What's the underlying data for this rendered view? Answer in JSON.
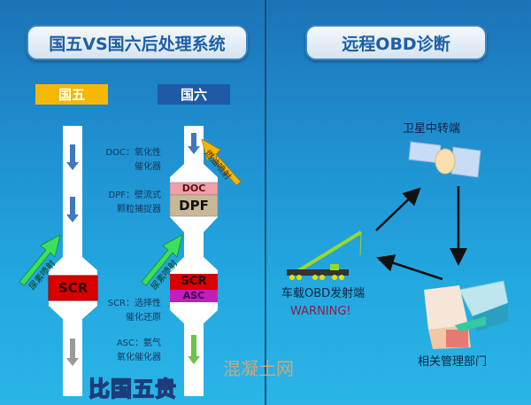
{
  "left": {
    "title": "国五VS国六后处理系统",
    "tag_g5": "国五",
    "tag_g6": "国六",
    "notes": {
      "doc": [
        "DOC：氧化性",
        "催化器"
      ],
      "dpf": [
        "DPF：壁流式",
        "颗粒捕捉器"
      ],
      "scr": [
        "SCR：选择性",
        "催化还原"
      ],
      "asc": [
        "ASC：氨气",
        "氧化催化器"
      ]
    },
    "g5_blocks": {
      "scr": "SCR"
    },
    "g6_blocks": {
      "doc": "DOC",
      "dpf": "DPF",
      "scr": "SCR",
      "asc": "ASC"
    },
    "urea_injection": "尿素喷射",
    "fuel_injection": "燃油喷射",
    "caption": "比国五贵",
    "colors": {
      "g5_tag": "#f5b800",
      "g6_tag": "#1f5aa6",
      "scr": "#d90000",
      "asc": "#c21fb8",
      "doc": "#f0a0a8",
      "dpf": "#c9b898"
    }
  },
  "right": {
    "title": "远程OBD诊断",
    "satellite_label": "卫星中转端",
    "vehicle_label": "车载OBD发射端",
    "warning": "WARNING!",
    "department_label": "相关管理部门"
  },
  "watermark": "混凝土网"
}
